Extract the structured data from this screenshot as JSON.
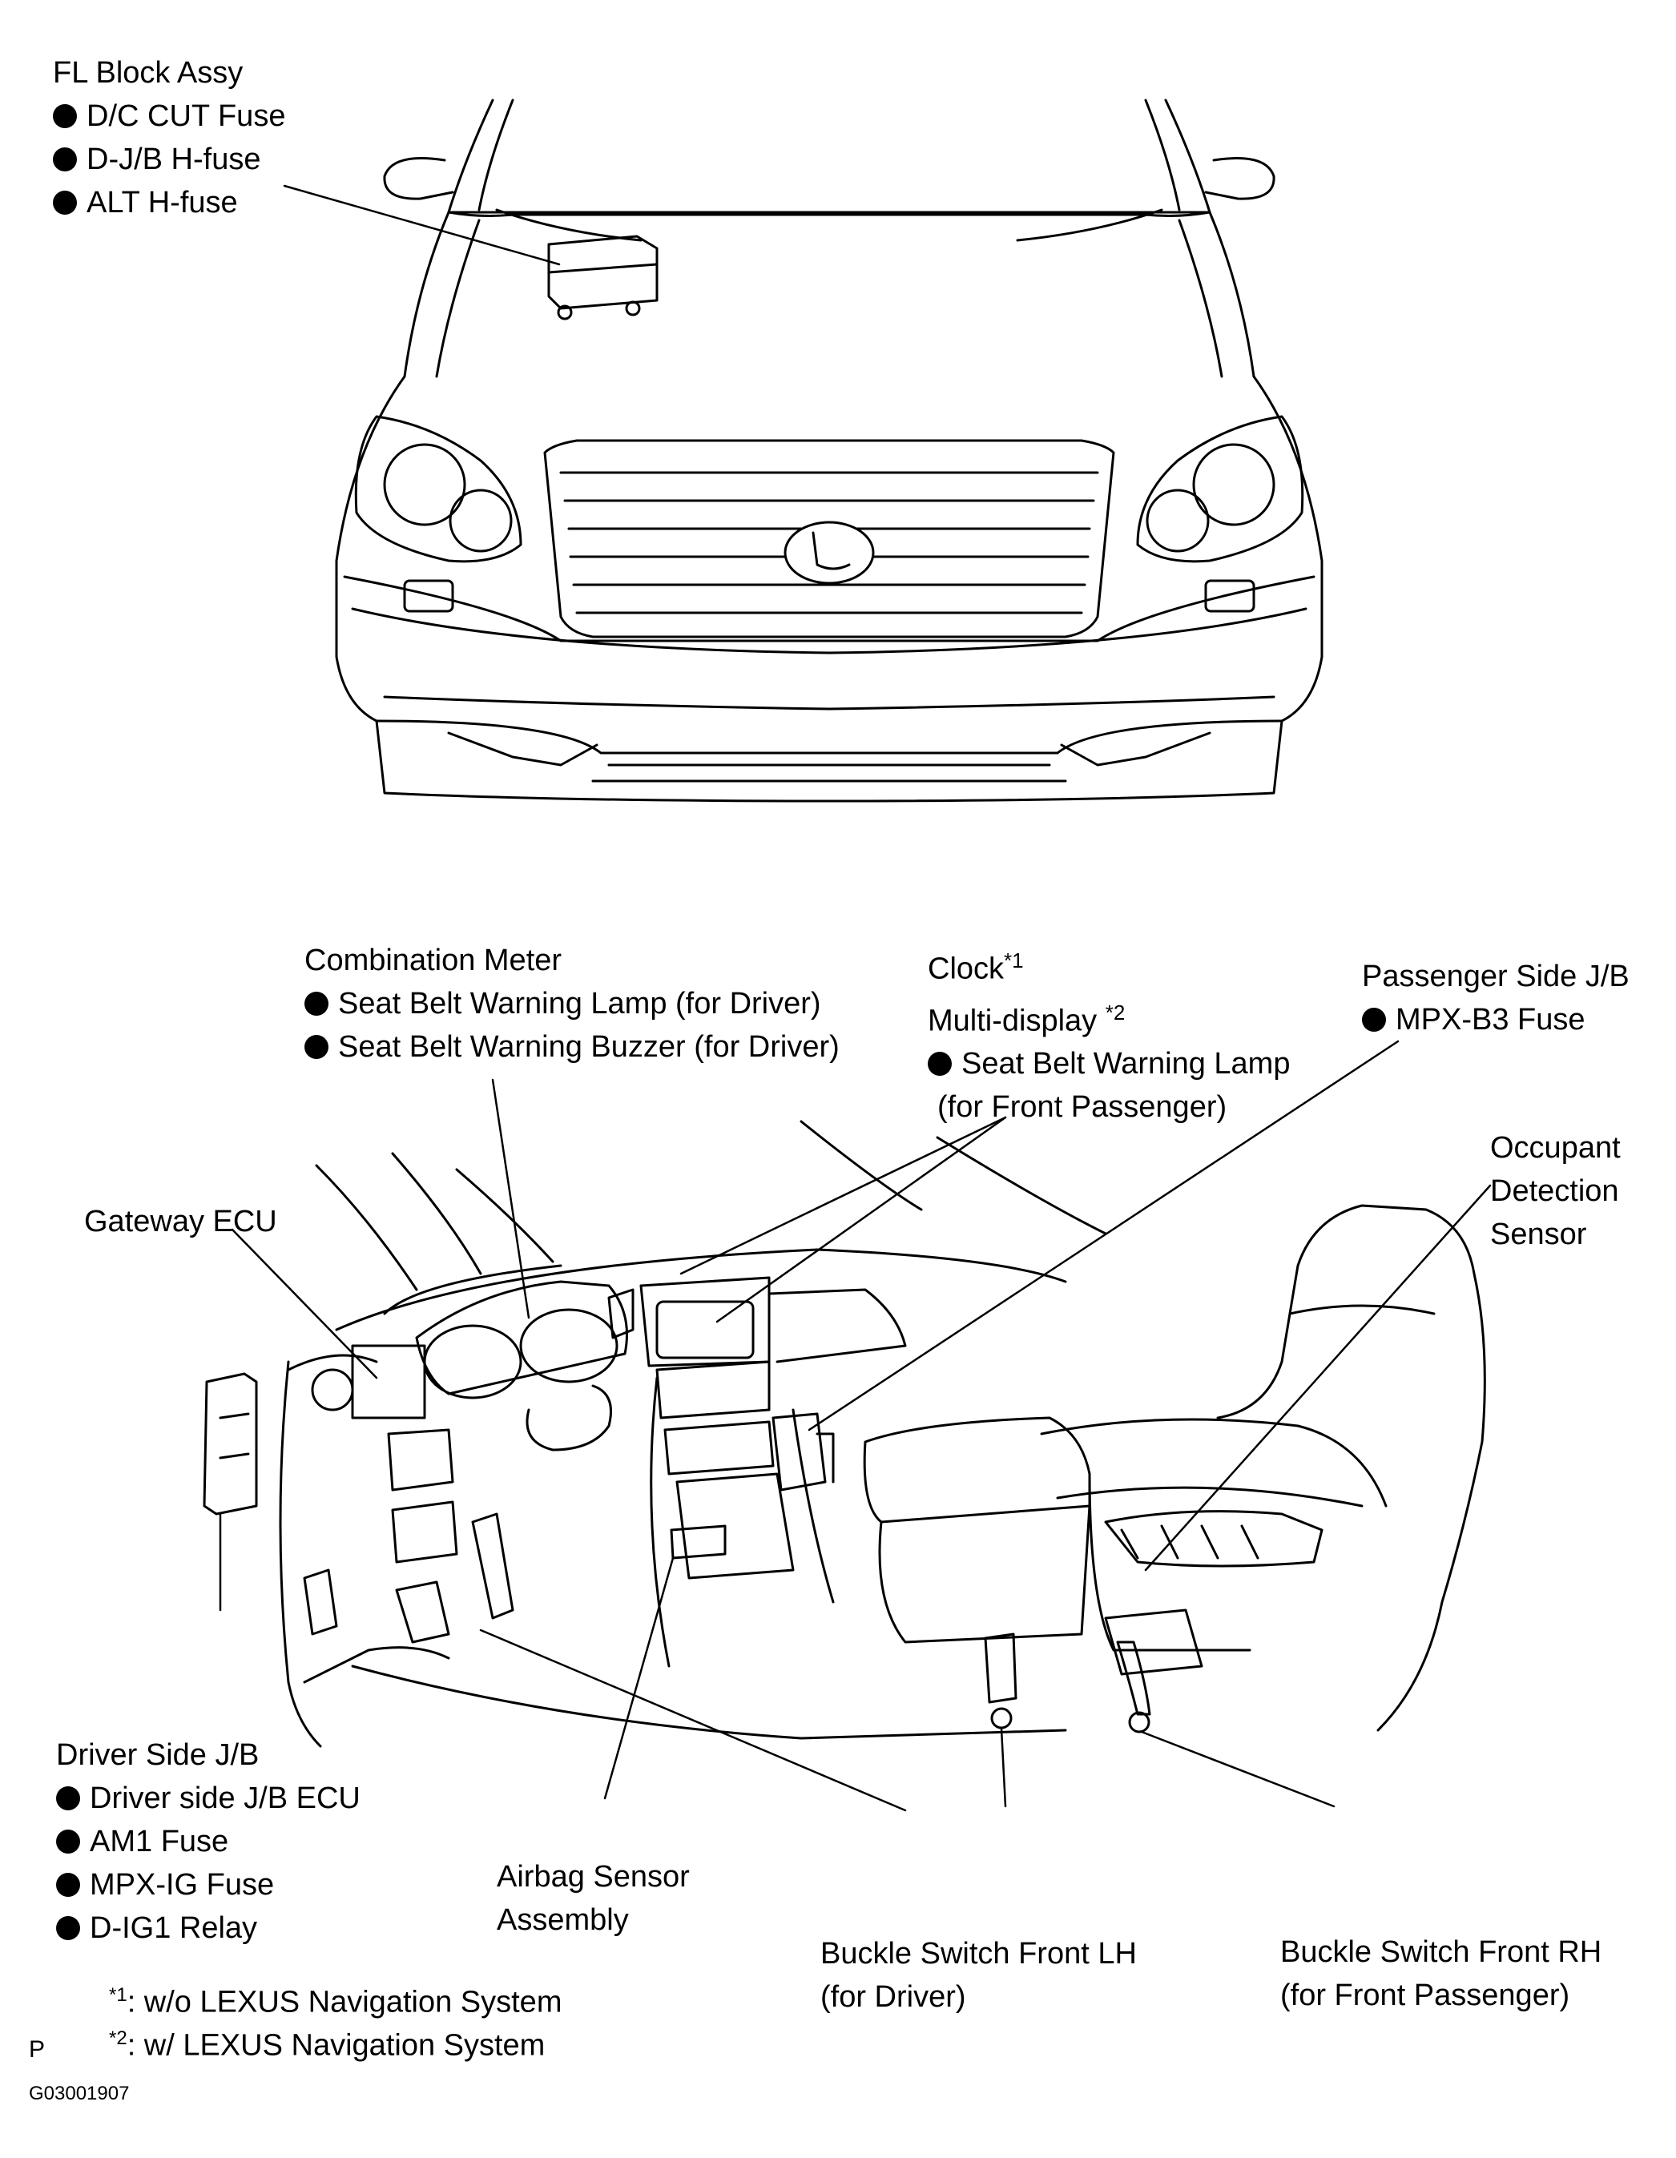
{
  "diagram": {
    "fl_block": {
      "title": "FL Block Assy",
      "items": [
        "D/C CUT Fuse",
        "D-J/B  H-fuse",
        "ALT  H-fuse"
      ]
    },
    "combination_meter": {
      "title": "Combination Meter",
      "items": [
        "Seat Belt Warning Lamp (for Driver)",
        "Seat Belt Warning Buzzer (for Driver)"
      ]
    },
    "clock": {
      "clock_label": "Clock",
      "clock_mark": "*1",
      "multi_label": "Multi-display",
      "multi_mark": "*2",
      "item": "Seat Belt Warning Lamp",
      "item_line2": "(for Front Passenger)"
    },
    "passenger_jb": {
      "title": "Passenger Side J/B",
      "items": [
        "MPX-B3 Fuse"
      ]
    },
    "occupant": {
      "lines": [
        "Occupant",
        "Detection",
        "Sensor"
      ]
    },
    "gateway": {
      "title": "Gateway ECU"
    },
    "driver_jb": {
      "title": "Driver Side J/B",
      "items": [
        "Driver side J/B ECU",
        "AM1 Fuse",
        "MPX-IG Fuse",
        "D-IG1 Relay"
      ]
    },
    "airbag": {
      "lines": [
        "Airbag Sensor",
        "Assembly"
      ]
    },
    "buckle_lh": {
      "lines": [
        "Buckle Switch Front LH",
        "(for Driver)"
      ]
    },
    "buckle_rh": {
      "lines": [
        "Buckle Switch Front RH",
        "(for Front Passenger)"
      ]
    },
    "footnotes": [
      {
        "mark": "*1",
        "text": ": w/o LEXUS Navigation System"
      },
      {
        "mark": "*2",
        "text": ": w/ LEXUS Navigation System"
      }
    ],
    "corner_letter": "P",
    "figure_code": "G03001907"
  }
}
